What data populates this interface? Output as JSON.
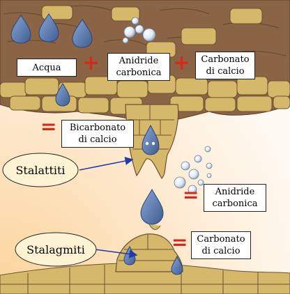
{
  "labels": {
    "acqua": "Acqua",
    "anidride_top_1": "Anidride",
    "anidride_top_2": "carbonica",
    "carbonato_top_1": "Carbonato",
    "carbonato_top_2": "di calcio",
    "bicarbonato_1": "Bicarbonato",
    "bicarbonato_2": "di calcio",
    "anidride_right_1": "Anidride",
    "anidride_right_2": "carbonica",
    "carbonato_right_1": "Carbonato",
    "carbonato_right_2": "di calcio",
    "stalattiti": "Stalattiti",
    "stalagmiti": "Stalagmiti"
  },
  "symbols": {
    "plus": "+",
    "equals": "="
  },
  "colors": {
    "rock": "#8a6444",
    "stone": "#d6b86a",
    "water": "#5a78a8",
    "operator": "#d42a1c",
    "arrow": "#2238b0",
    "background_warm": "#fbd9a8"
  }
}
